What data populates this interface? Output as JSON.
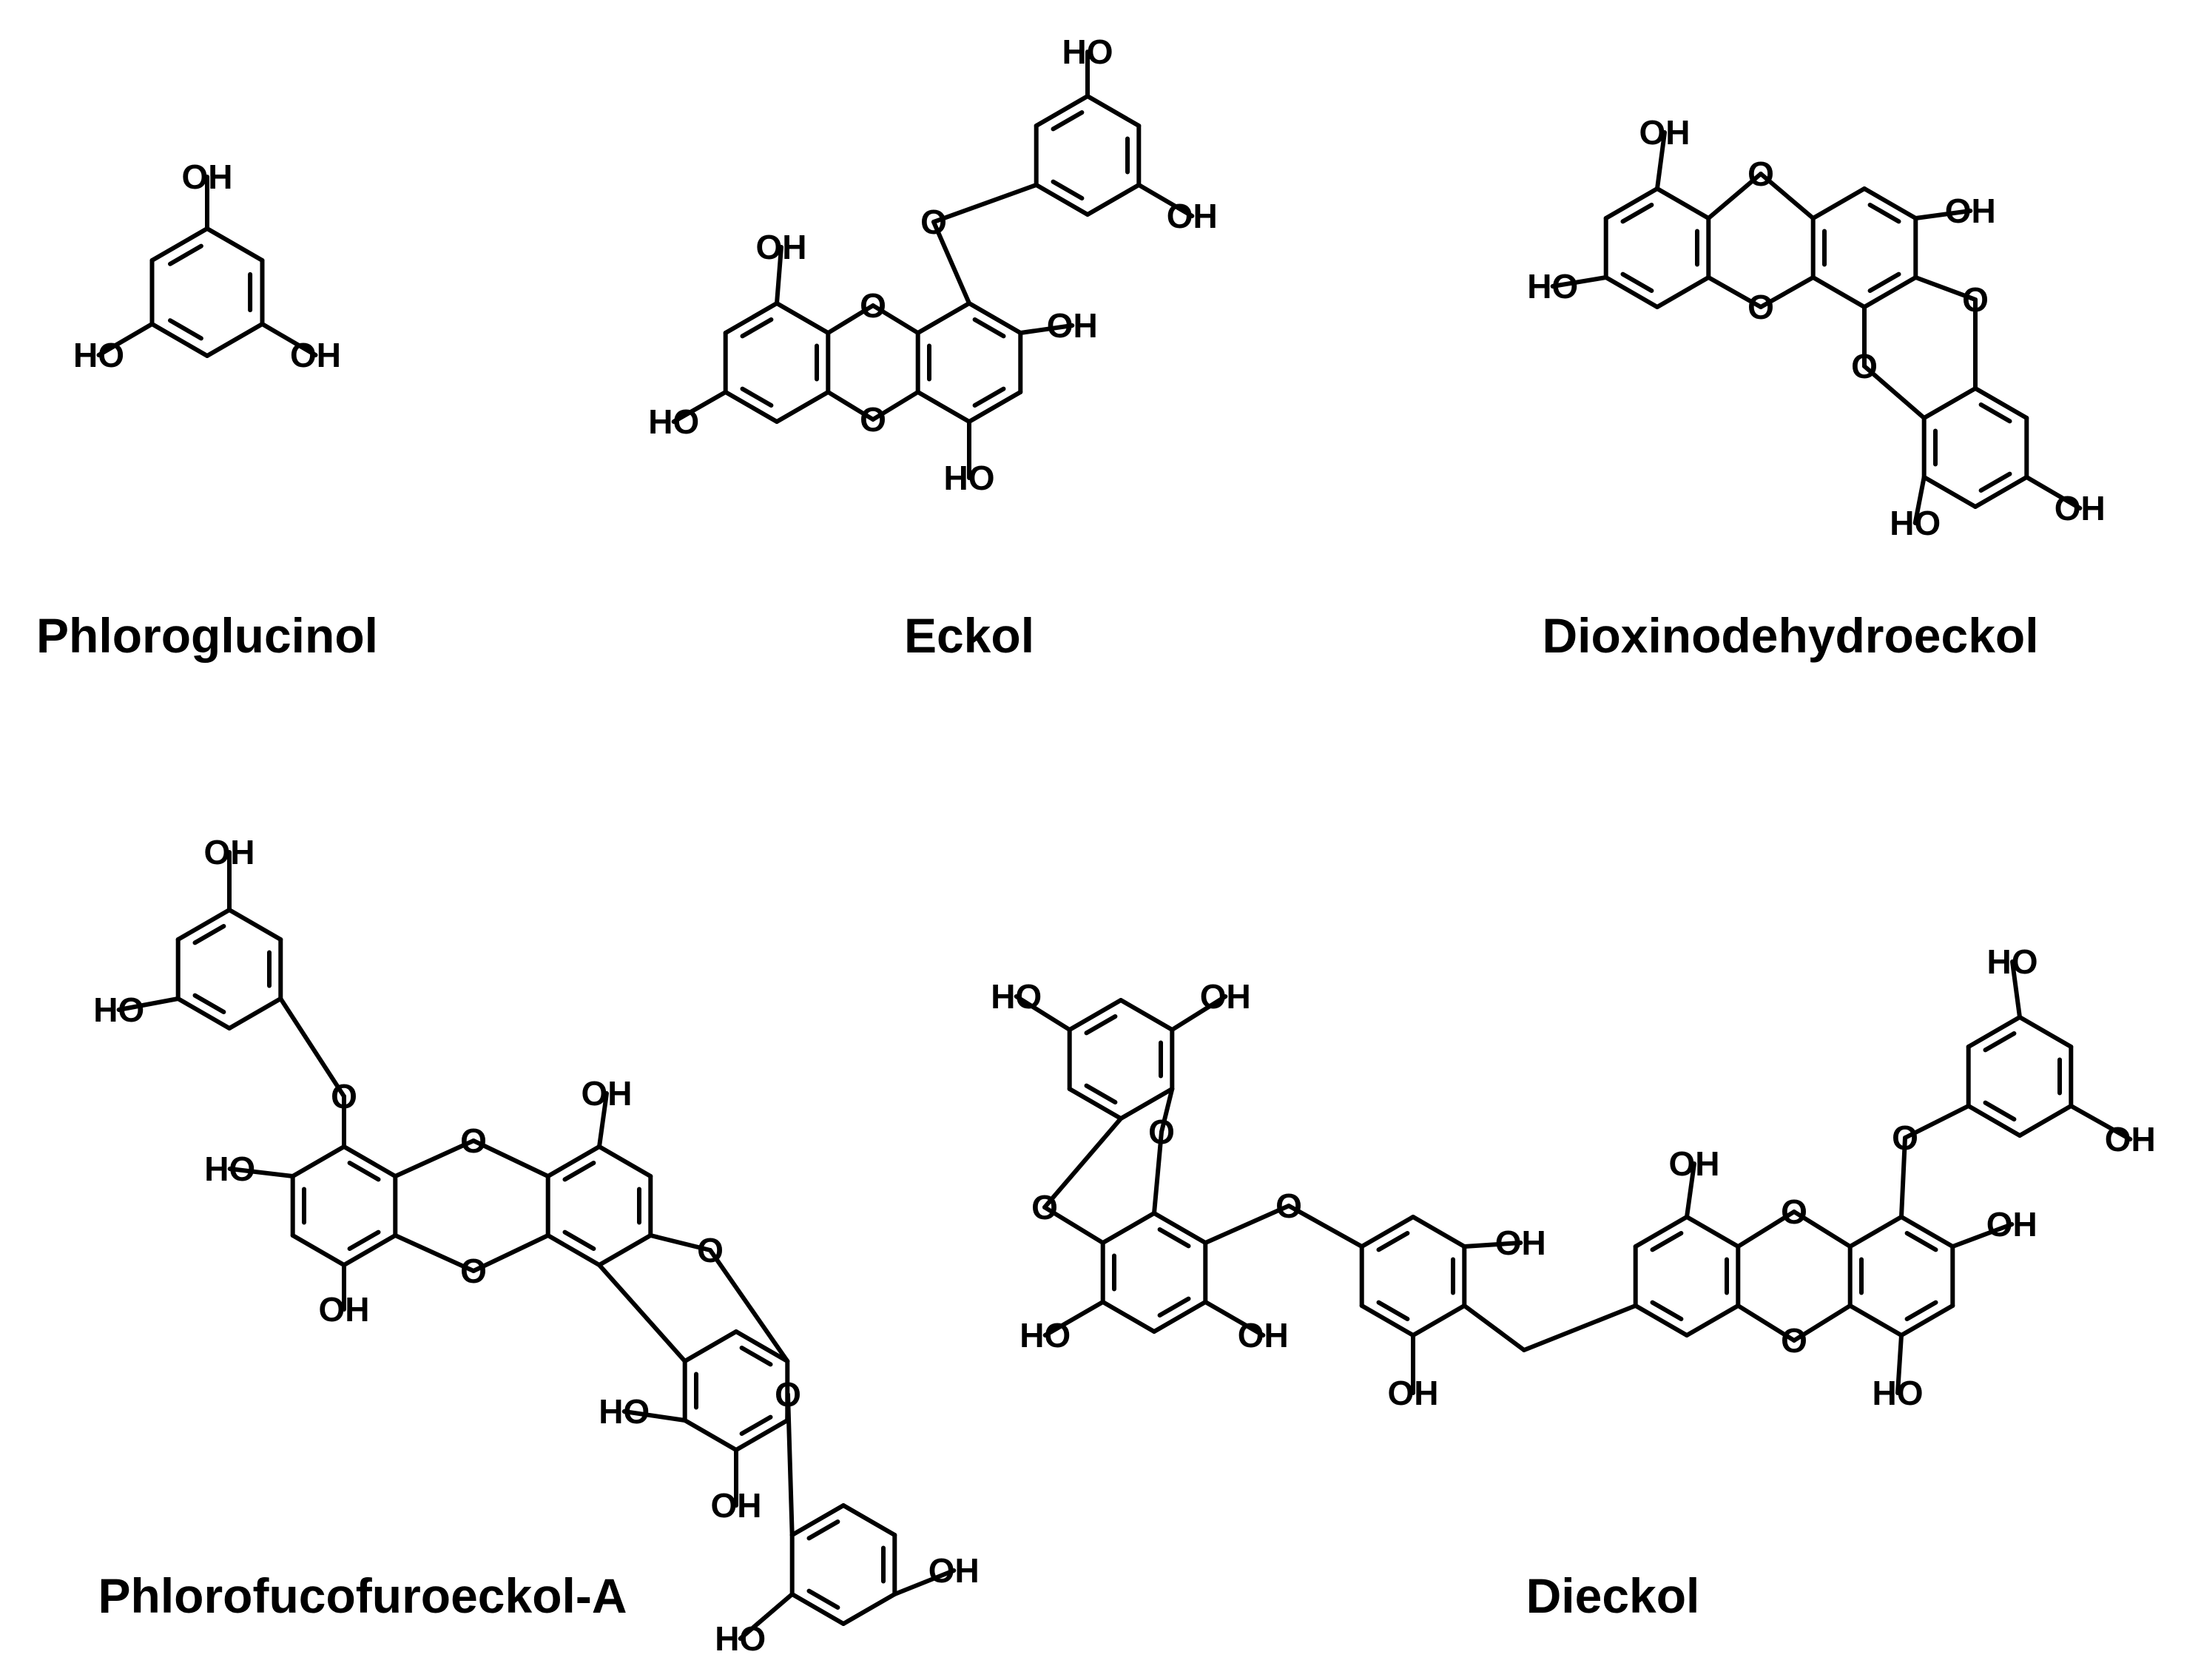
{
  "figure": {
    "compounds": [
      {
        "id": "phloroglucinol",
        "name": "Phloroglucinol"
      },
      {
        "id": "eckol",
        "name": "Eckol"
      },
      {
        "id": "dioxinodehydroeckol",
        "name": "Dioxinodehydroeckol"
      },
      {
        "id": "phlorofucofuroeckol-a",
        "name": "Phlorofucofuroeckol-A"
      },
      {
        "id": "dieckol",
        "name": "Dieckol"
      }
    ],
    "atoms": {
      "hydroxyl": "OH",
      "hydroxyl_left": "HO",
      "oxygen": "O"
    },
    "colors": {
      "ink": "#000000",
      "background": "#ffffff"
    }
  }
}
